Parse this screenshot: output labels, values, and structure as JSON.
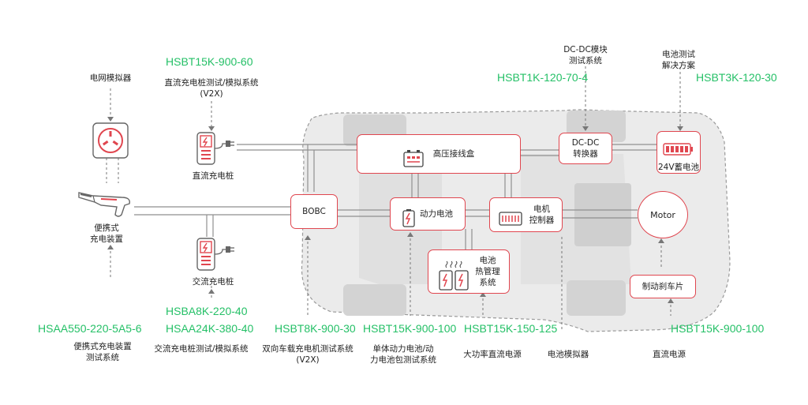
{
  "colors": {
    "accent": "#e0464f",
    "code": "#25c067",
    "car": "#dcdcdc",
    "line": "#8f8f8f"
  },
  "labels": {
    "grid_simulator": "电网模拟器",
    "dc_pile_system": "直流充电桩测试/模拟系统\n(V2X)",
    "dc_pile": "直流充电桩",
    "portable_charger": "便携式\n充电装置",
    "ac_pile": "交流充电桩",
    "dcdc_module": "DC-DC模块\n测试系统",
    "battery_test": "电池测试\n解决方案"
  },
  "codes": {
    "dc_pile": "HSBT15K-900-60",
    "dcdc": "HSBT1K-120-70-4",
    "battery_test": "HSBT3K-120-30",
    "ac_pile": "HSBA8K-220-40",
    "portable": "HSAA550-220-5A5-6",
    "ac_system": "HSAA24K-380-40",
    "bobc": "HSBT8K-900-30",
    "power_battery": "HSBT15K-900-100",
    "high_power": "HSBT15K-150-125",
    "dc_source": "HSBT15K-900-100"
  },
  "components": {
    "hv_box": "高压接线盒",
    "dcdc": "DC-DC\n转换器",
    "battery24": "24V蓄电池",
    "bobc": "BOBC",
    "power_battery": "动力电池",
    "motor_controller": "电机\n控制器",
    "motor": "Motor",
    "thermal": "电池\n热管理\n系统",
    "brake": "制动刹车片"
  },
  "bottom": {
    "portable": "便携式充电装置\n测试系统",
    "ac_system": "交流充电桩测试/模拟系统",
    "bobc": "双向车载充电机测试系统\n(V2X)",
    "power_battery": "单体动力电池/动\n力电池包测试系统",
    "high_power": "大功率直流电源",
    "battery_sim": "电池模拟器",
    "dc_source": "直流电源"
  }
}
